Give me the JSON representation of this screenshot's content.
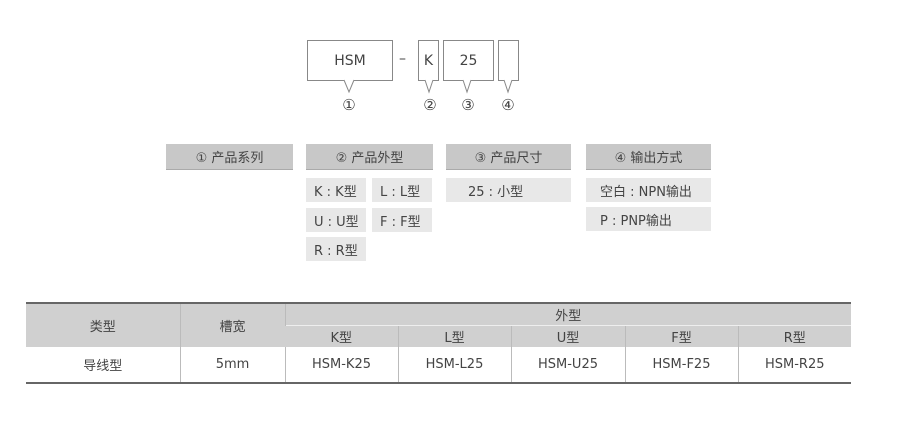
{
  "code": {
    "series": "HSM",
    "dash": "–",
    "shape": "K",
    "size": "25",
    "output": "",
    "markers": [
      "①",
      "②",
      "③",
      "④"
    ]
  },
  "legend": [
    {
      "header": "① 产品系列",
      "items": []
    },
    {
      "header": "② 产品外型",
      "items": [
        "K : K型",
        "L : L型",
        "U : U型",
        "F : F型",
        "R : R型"
      ]
    },
    {
      "header": "③ 产品尺寸",
      "items": [
        "25 : 小型"
      ]
    },
    {
      "header": "④ 输出方式",
      "items": [
        "空白 : NPN输出",
        "P : PNP输出"
      ]
    }
  ],
  "table": {
    "headers": {
      "type": "类型",
      "width": "槽宽",
      "shape": "外型"
    },
    "shapes": [
      "K型",
      "L型",
      "U型",
      "F型",
      "R型"
    ],
    "rows": [
      {
        "type": "导线型",
        "width": "5mm",
        "models": [
          "HSM-K25",
          "HSM-L25",
          "HSM-U25",
          "HSM-F25",
          "HSM-R25"
        ]
      }
    ]
  }
}
